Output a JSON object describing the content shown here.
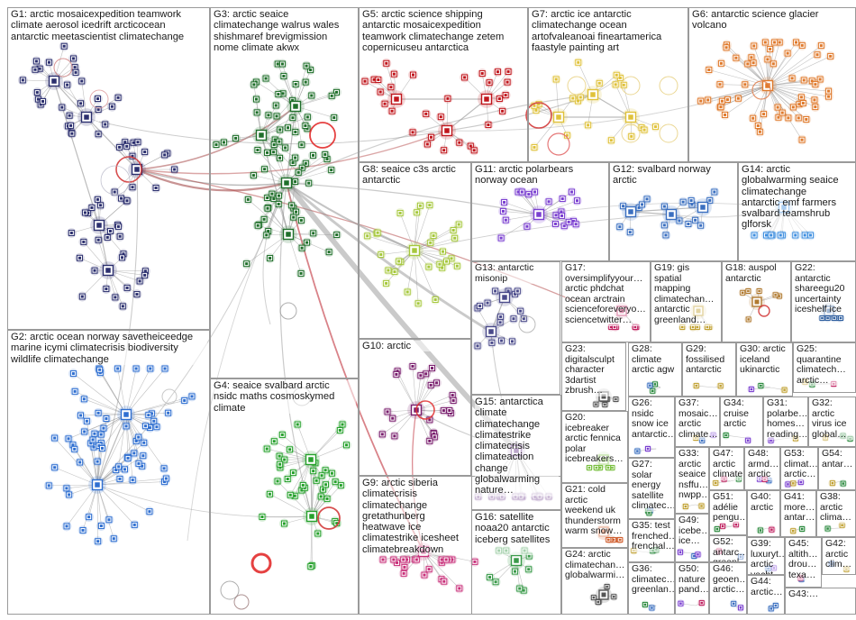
{
  "colors": {
    "G1": "#2b2f6e",
    "G2": "#2f6fd1",
    "G3": "#1f6f2a",
    "G4": "#26a12c",
    "G5": "#c0161c",
    "G6": "#e07a2c",
    "G7": "#e0c23a",
    "G8": "#a6c83c",
    "G9": "#c8307a",
    "G10": "#7a1f6e",
    "G11": "#7a3fd0",
    "G12": "#3a6fc0",
    "G13": "#4a4a8a",
    "G14": "#3f8fe0",
    "G15": "#6a3a8a",
    "G16": "#3a9a4a",
    "G17": "#c02060",
    "G18": "#b07a30",
    "G19": "#c0a030",
    "G20": "#7ac040",
    "G21": "#d06030",
    "G22": "#3060a0",
    "edge": "#8a8a8a",
    "self_loop": "#e02020"
  },
  "groups": [
    {
      "id": "G1",
      "label": "G1: arctic mosaicexpedition teamwork\nclimate aerosol icedrift arcticocean\nantarctic meetascientist climatechange"
    },
    {
      "id": "G2",
      "label": "G2: arctic ocean norway savetheiceedge\nmarine icymi climatecrisis biodiversity\nwildlife climatechange"
    },
    {
      "id": "G3",
      "label": "G3: arctic seaice\nclimatechange walrus wales\nshishmaref brevigmission\nnome climate akwx"
    },
    {
      "id": "G4",
      "label": "G4: seaice svalbard arctic\nnsidc maths cosmoskymed\nclimate"
    },
    {
      "id": "G5",
      "label": "G5: arctic science shipping\nantarctic mosaicexpedition\nteamwork climatechange zetem\ncopernicuseu antarctica"
    },
    {
      "id": "G6",
      "label": "G6: antarctic science glacier\nvolcano"
    },
    {
      "id": "G7",
      "label": "G7: arctic ice antarctic\nclimatechange ocean\nartofvaleanoai fineartamerica\nfaastyle painting art"
    },
    {
      "id": "G8",
      "label": "G8: seaice c3s arctic\nantarctic"
    },
    {
      "id": "G9",
      "label": "G9: arctic siberia\nclimatecrisis\nclimatechange\ngretathunberg\nheatwave ice\nclimatestrike icesheet\nclimatebreakdown"
    },
    {
      "id": "G10",
      "label": "G10: arctic"
    },
    {
      "id": "G11",
      "label": "G11: arctic polarbears\nnorway ocean"
    },
    {
      "id": "G12",
      "label": "G12: svalbard norway\narctic"
    },
    {
      "id": "G13",
      "label": "G13: antarctic\nmisonip"
    },
    {
      "id": "G14",
      "label": "G14: arctic\nglobalwarming seaice\nclimatechange\nantarctic emf farmers\nsvalbard teamshrub\nglforsk"
    },
    {
      "id": "G15",
      "label": "G15: antarctica\nclimate\nclimatechange\nclimatestrike\nclimatecrisis\nclimateaction\nchange\nglobalwarming\nnature…"
    },
    {
      "id": "G16",
      "label": "G16: satellite\nnoaa20 antarctic\niceberg satellites"
    },
    {
      "id": "G17",
      "label": "G17:\noversimplifyyour…\narctic phdchat\nocean arctrain\nscienceforeveryo…\nsciencetwitter…"
    },
    {
      "id": "G18",
      "label": "G18: auspol\nantarctic"
    },
    {
      "id": "G19",
      "label": "G19: gis\nspatial\nmapping\nclimatechan…\nantarctic\ngreenland…"
    },
    {
      "id": "G20",
      "label": "G20:\nicebreaker\narctic fennica\npolar\nicebreakers…"
    },
    {
      "id": "G21",
      "label": "G21: cold\narctic\nweekend uk\nthunderstorm\nwarm snow…"
    },
    {
      "id": "G22",
      "label": "G22:\nantarctic\nshareegu20\nuncertainty\niceshelf ice"
    },
    {
      "id": "G23",
      "label": "G23:\ndigitalsculpt\ncharacter\n3dartist\nzbrush…"
    },
    {
      "id": "G24",
      "label": "G24: arctic\nclimatechan…\nglobalwarmi…"
    },
    {
      "id": "G25",
      "label": "G25:\nquarantine\nclimatech…\narctic…"
    },
    {
      "id": "G26",
      "label": "G26:\nnsidc\nsnow ice\nantarctic…"
    },
    {
      "id": "G27",
      "label": "G27:\nsolar\nenergy\nsatellite\nclimatec…"
    },
    {
      "id": "G28",
      "label": "G28:\nclimate\narctic agw"
    },
    {
      "id": "G29",
      "label": "G29:\nfossilised\nantarctic"
    },
    {
      "id": "G30",
      "label": "G30: arctic\niceland\nukinarctic"
    },
    {
      "id": "G31",
      "label": "G31:\npolarbe…\nhomes…\nreading…"
    },
    {
      "id": "G32",
      "label": "G32:\narctic\nvirus ice\nglobal…"
    },
    {
      "id": "G33",
      "label": "G33:\narctic\nseaice\nnsffu…\nnwpp…"
    },
    {
      "id": "G34",
      "label": "G34:\ncruise\narctic"
    },
    {
      "id": "G35",
      "label": "G35: test\nfrenched…\nfrenchal…"
    },
    {
      "id": "G36",
      "label": "G36:\nclimatec…\ngreenlan…"
    },
    {
      "id": "G37",
      "label": "G37:\nmosaic…\narctic\nclimate…"
    },
    {
      "id": "G38",
      "label": "G38:\narctic\nclima…"
    },
    {
      "id": "G39",
      "label": "G39:\nluxuryt…\narctic\nyacht…"
    },
    {
      "id": "G40",
      "label": "G40:\narctic"
    },
    {
      "id": "G41",
      "label": "G41:\nmore…\nantar…"
    },
    {
      "id": "G42",
      "label": "G42:\narctic\nclim…"
    },
    {
      "id": "G43",
      "label": "G43:…"
    },
    {
      "id": "G44",
      "label": "G44:\narctic…"
    },
    {
      "id": "G45",
      "label": "G45:\naltith…\ndrou…\ntexa…"
    },
    {
      "id": "G46",
      "label": "G46:\ngeoen…\narctic…"
    },
    {
      "id": "G47",
      "label": "G47:\narctic\nclimate"
    },
    {
      "id": "G48",
      "label": "G48:\narmd…\narctic"
    },
    {
      "id": "G49",
      "label": "G49:\nicebe…\nice…"
    },
    {
      "id": "G50",
      "label": "G50:\nnature\npand…"
    },
    {
      "id": "G51",
      "label": "G51:\nadélie\npengu…"
    },
    {
      "id": "G52",
      "label": "G52:\nantarc…\ngreenl…"
    },
    {
      "id": "G53",
      "label": "G53:\nclimat…\narctic…"
    },
    {
      "id": "G54",
      "label": "G54:\nantar…"
    }
  ]
}
